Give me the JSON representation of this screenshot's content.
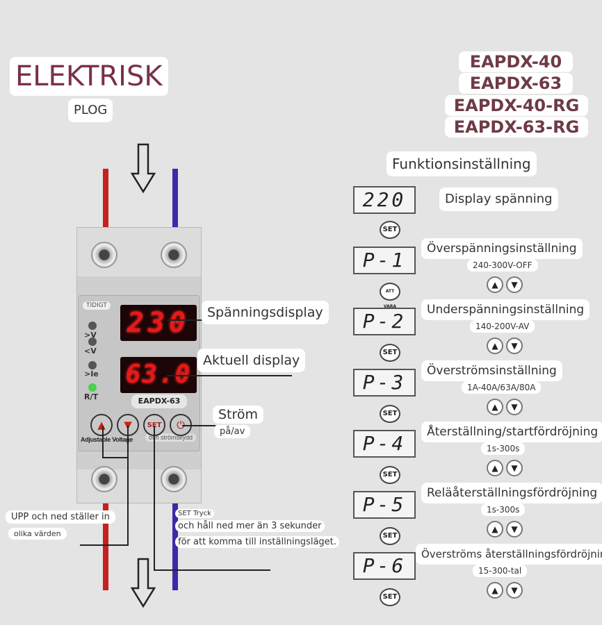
{
  "title": "ELEKTRISK",
  "subtitle": "PLOG",
  "device": {
    "led_label": "TIDIGT",
    "leds": [
      ">V",
      "<V",
      ">Ie",
      "R/T"
    ],
    "voltage_display": "230",
    "current_display": "63.0",
    "model": "EAPDX-63",
    "brand": "Adjustable Voltage",
    "protect_label": "och strömskydd",
    "buttons": [
      "▲",
      "▼",
      "SET",
      "⏻"
    ]
  },
  "callouts": {
    "voltage": "Spänningsdisplay",
    "current": "Aktuell display",
    "power": "Ström",
    "power_sub": "på/av",
    "updown": "UPP och ned ställer in",
    "updown_sub": "olika värden",
    "set_title": "SET Tryck",
    "set_line1": "och håll ned mer än 3 sekunder",
    "set_line2": "för att komma till inställningsläget."
  },
  "models": [
    "EAPDX-40",
    "EAPDX-63",
    "EAPDX-40-RG",
    "EAPDX-63-RG"
  ],
  "function_title": "Funktionsinställning",
  "rows": [
    {
      "display": "220",
      "label": "Display spänning",
      "range": "",
      "arrows": false,
      "step": "SET"
    },
    {
      "display": "P-1",
      "label": "Överspänningsinställning",
      "range": "240-300V-OFF",
      "arrows": true,
      "step": "ATT VARA"
    },
    {
      "display": "P-2",
      "label": "Underspänningsinställning",
      "range": "140-200V-AV",
      "arrows": true,
      "step": "SET"
    },
    {
      "display": "P-3",
      "label": "Överströmsinställning",
      "range": "1A-40A/63A/80A",
      "arrows": true,
      "step": "SET"
    },
    {
      "display": "P-4",
      "label": "Återställning/startfördröjning",
      "range": "1s-300s",
      "arrows": true,
      "step": "SET"
    },
    {
      "display": "P-5",
      "label": "Reläåterställningsfördröjning",
      "range": "1s-300s",
      "arrows": true,
      "step": "SET"
    },
    {
      "display": "P-6",
      "label": "Överströms återställningsfördröjning",
      "range": "15-300-tal",
      "arrows": true,
      "step": "SET"
    }
  ],
  "colors": {
    "title": "#7a2f4a",
    "model": "#6e3b45",
    "red_wire": "#c62020",
    "blue_wire": "#3a2aa8"
  }
}
